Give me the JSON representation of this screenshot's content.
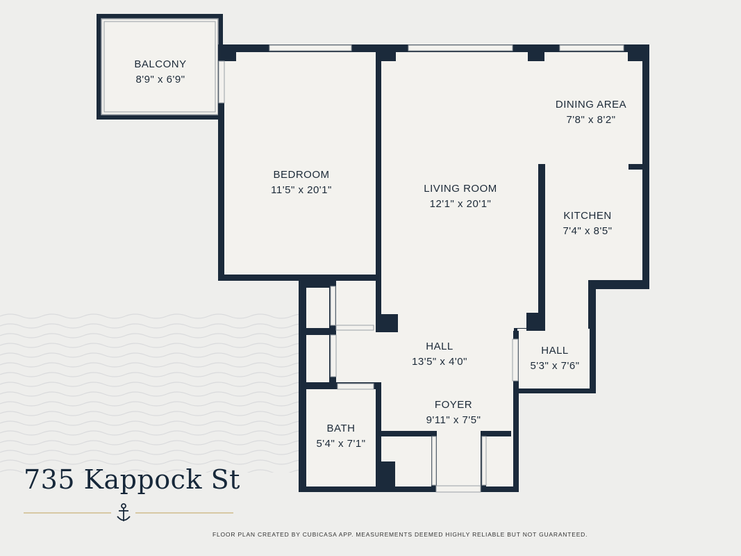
{
  "rooms": [
    {
      "id": "balcony",
      "name": "BALCONY",
      "dims": "8'9\" x 6'9\""
    },
    {
      "id": "bedroom",
      "name": "BEDROOM",
      "dims": "11'5\" x 20'1\""
    },
    {
      "id": "living-room",
      "name": "LIVING ROOM",
      "dims": "12'1\" x 20'1\""
    },
    {
      "id": "dining-area",
      "name": "DINING AREA",
      "dims": "7'8\" x 8'2\""
    },
    {
      "id": "kitchen",
      "name": "KITCHEN",
      "dims": "7'4\" x 8'5\""
    },
    {
      "id": "hall-main",
      "name": "HALL",
      "dims": "13'5\" x 4'0\""
    },
    {
      "id": "hall-side",
      "name": "HALL",
      "dims": "5'3\" x 7'6\""
    },
    {
      "id": "foyer",
      "name": "FOYER",
      "dims": "9'11\" x 7'5\""
    },
    {
      "id": "bath",
      "name": "BATH",
      "dims": "5'4\" x 7'1\""
    }
  ],
  "address": "735 Kappock St",
  "footer_note": "FLOOR PLAN CREATED BY CUBICASA APP. MEASUREMENTS DEEMED HIGHLY RELIABLE BUT NOT GUARANTEED.",
  "colors": {
    "background": "#eeeeec",
    "wall": "#1b2a3b",
    "floor": "#f3f2ee",
    "accent_line": "#c9b27a"
  },
  "icons": [
    "anchor-icon"
  ]
}
